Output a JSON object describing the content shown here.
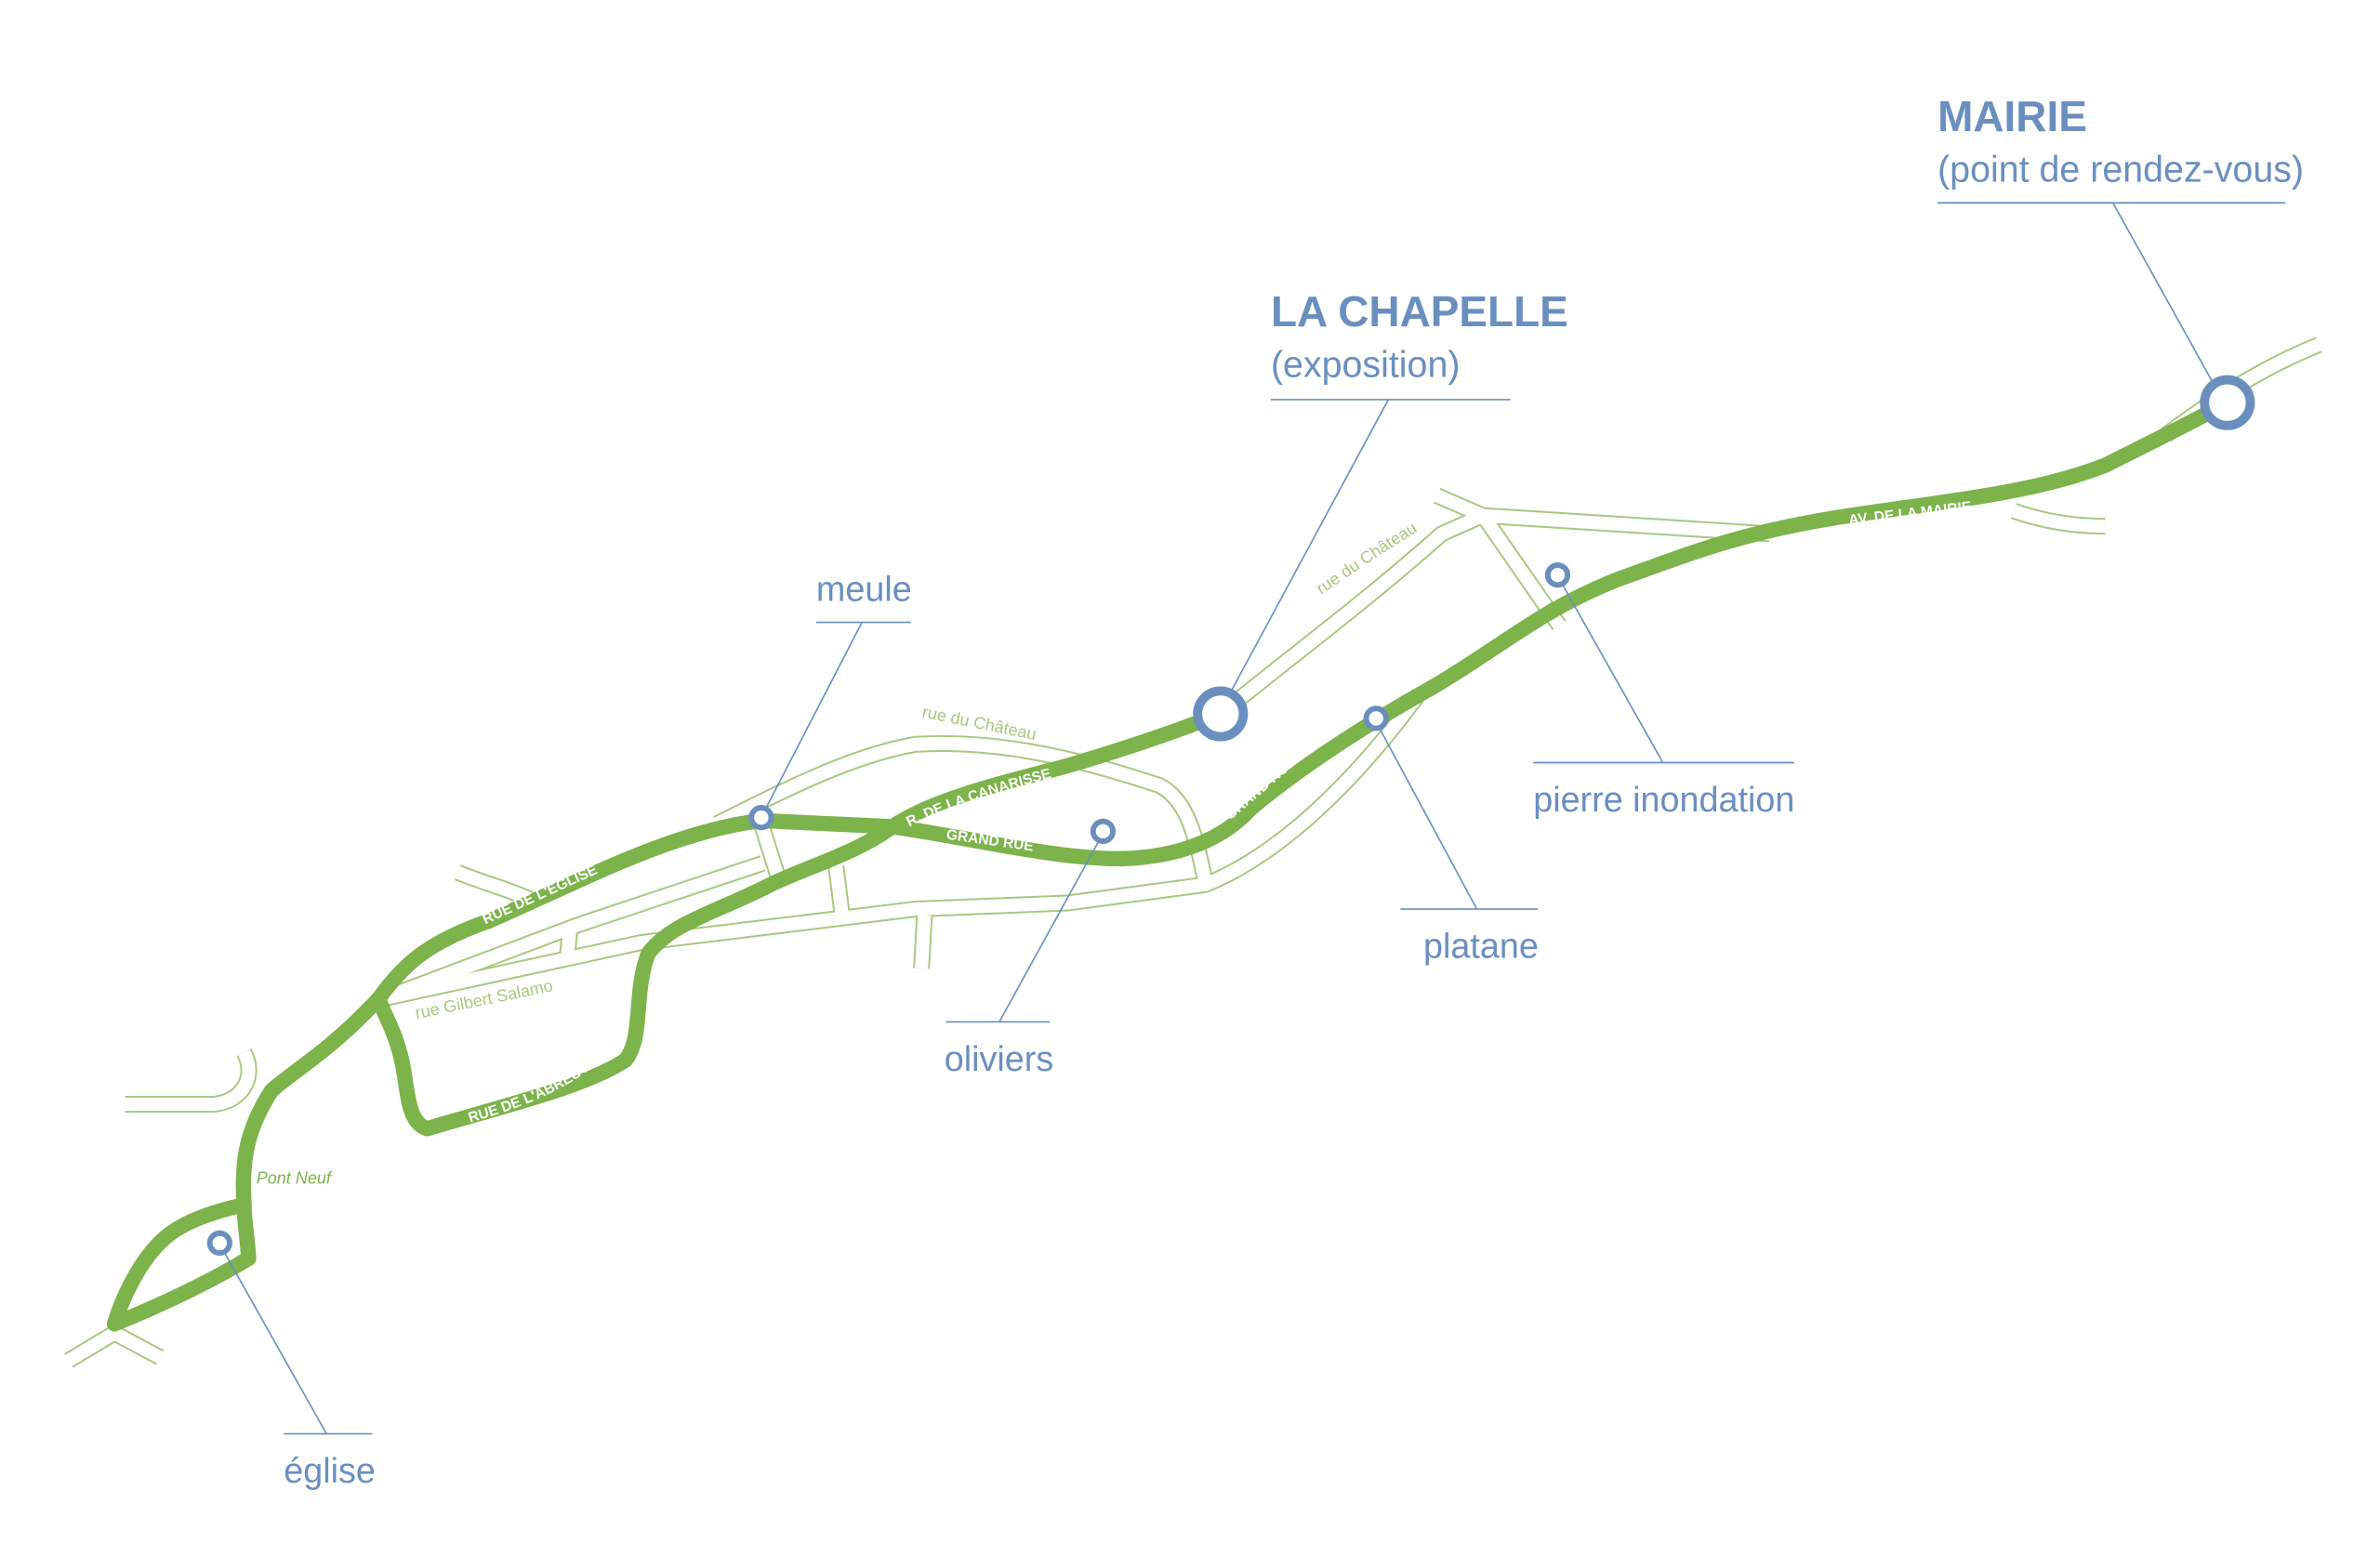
{
  "colors": {
    "route": "#7cb34a",
    "street": "#a9c77f",
    "poi": "#6a8fbf",
    "background": "#ffffff"
  },
  "points": {
    "mairie": {
      "title": "MAIRIE",
      "subtitle": "(point de rendez-vous)"
    },
    "chapelle": {
      "title": "LA CHAPELLE",
      "subtitle": "(exposition)"
    },
    "meule": {
      "label": "meule"
    },
    "oliviers": {
      "label": "oliviers"
    },
    "platane": {
      "label": "platane"
    },
    "pierre": {
      "label": "pierre inondation"
    },
    "eglise": {
      "label": "église"
    }
  },
  "route_labels": {
    "eglise": "RUE DE L'ÉGLISE",
    "abreuvoir": "RUE DE L'ABREUVOIR",
    "canarisse": "R. DE LA CANARISSE",
    "grand_rue_1": "GRAND RUE",
    "grand_rue_2": "GRAND RUE",
    "mairie": "AV. DE LA MAIRIE"
  },
  "street_labels": {
    "chateau_1": "rue du Château",
    "chateau_2": "rue du Château",
    "salamo": "rue Gilbert Salamo",
    "pont_neuf": "Pont Neuf"
  }
}
